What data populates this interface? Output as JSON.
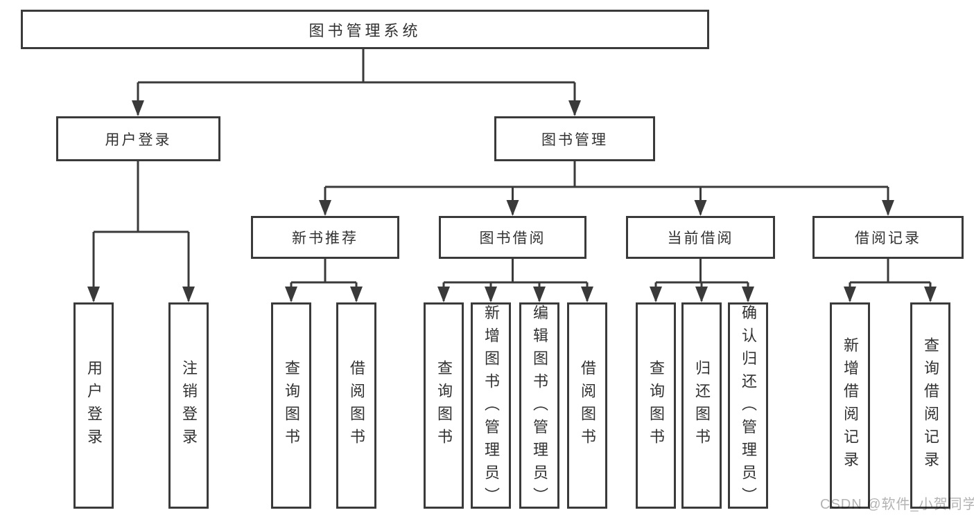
{
  "root": "图书管理系统",
  "level2": [
    "用户登录",
    "图书管理"
  ],
  "level3": [
    "新书推荐",
    "图书借阅",
    "当前借阅",
    "借阅记录"
  ],
  "leaves": [
    "用户登录",
    "注销登录",
    "查询图书",
    "借阅图书",
    "查询图书",
    "新增图书（管理员）",
    "编辑图书（管理员）",
    "借阅图书",
    "查询图书",
    "归还图书",
    "确认归还（管理员）",
    "新增借阅记录",
    "查询借阅记录"
  ],
  "watermark": "CSDN @软件_小贺同学",
  "colors": {
    "line": "#3a3a3a",
    "text": "#323232",
    "wm": "#b3b3b3",
    "bg": "#ffffff"
  }
}
